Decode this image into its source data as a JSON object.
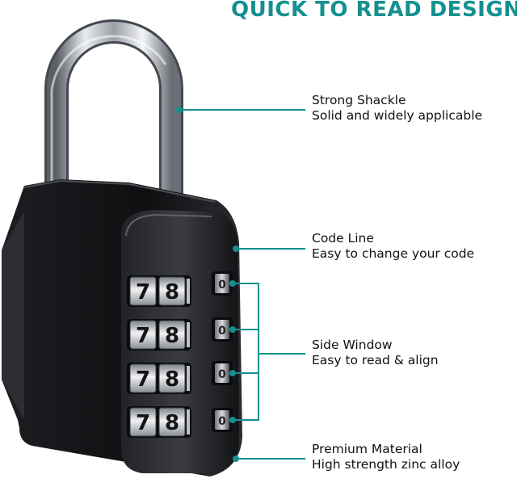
{
  "headline": "QUICK TO READ DESIGN",
  "accent_color": "#14908f",
  "callouts": [
    {
      "title": "Strong Shackle",
      "subtitle": "Solid and widely applicable"
    },
    {
      "title": "Code Line",
      "subtitle": "Easy to change your code"
    },
    {
      "title": "Side Window",
      "subtitle": "Easy to read & align"
    },
    {
      "title": "Premium Material",
      "subtitle": "High strength zinc alloy"
    }
  ],
  "dials": [
    {
      "left_digit": "7",
      "right_digit": "8"
    },
    {
      "left_digit": "7",
      "right_digit": "8"
    },
    {
      "left_digit": "7",
      "right_digit": "8"
    },
    {
      "left_digit": "7",
      "right_digit": "8"
    }
  ],
  "side_window_digit": "0"
}
